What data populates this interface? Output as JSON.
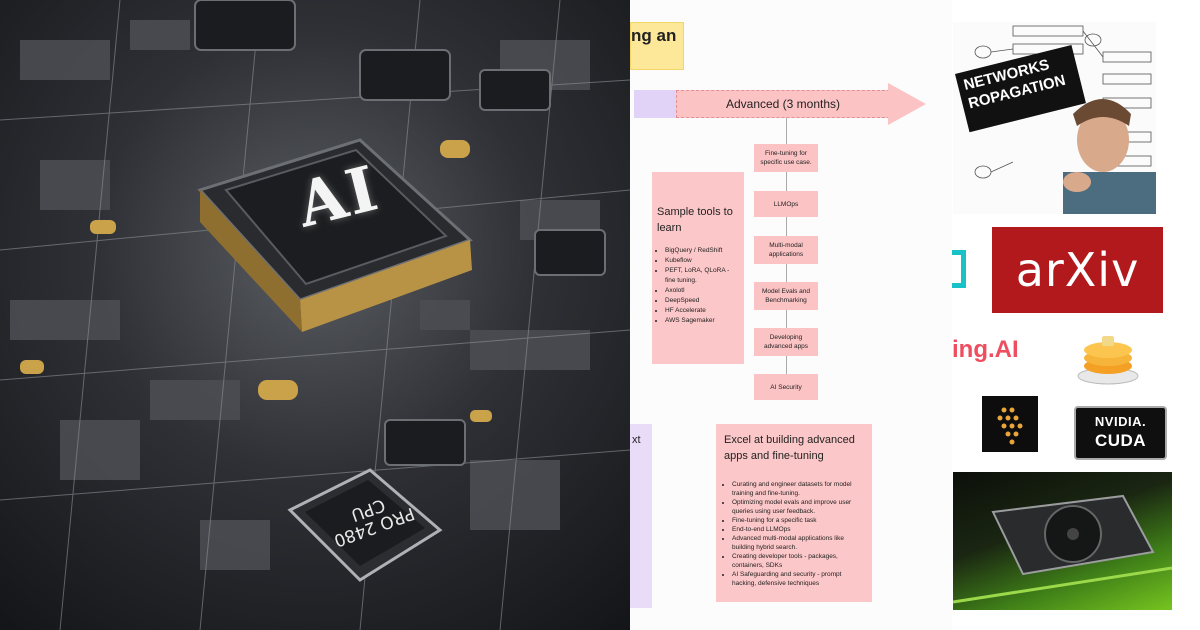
{
  "left": {
    "chip_label": "AI",
    "chip2_label": "PRO 2480\nCPU"
  },
  "roadmap": {
    "yellow_note": "ng an",
    "phase_label": "Advanced (3 months)",
    "steps": [
      "Fine-tuning for specific use case.",
      "LLMOps",
      "Multi-modal applications",
      "Model Evals and Benchmarking",
      "Developing advanced apps",
      "AI Security"
    ],
    "tools": {
      "title": "Sample tools to learn",
      "items": [
        "BigQuery / RedShift",
        "Kubeflow",
        "PEFT, LoRA, QLoRA - fine tuning.",
        "Axolotl",
        "DeepSpeed",
        "HF Accelerate",
        "AWS Sagemaker"
      ]
    },
    "excel": {
      "title": "Excel at building advanced apps and fine-tuning",
      "items": [
        "Curating and engineer datasets for model training and fine-tuning.",
        "Optimizing model evals and improve user queries using user feedback.",
        "Fine-tuning for a specific task",
        "End-to-end LLMOps",
        "Advanced multi-modal applications like building hybrid search.",
        "Creating developer tools - packages, containers, SDKs",
        "AI Safeguarding and security - prompt hacking, defensive techniques"
      ]
    },
    "side_text": "xt"
  },
  "logos": {
    "banner_line1": "NETWORKS",
    "banner_line2": "ROPAGATION",
    "arxiv": "arXiv",
    "ing_ai": "ing.AI",
    "nvidia_name": "NVIDIA.",
    "nvidia_cuda": "CUDA"
  }
}
